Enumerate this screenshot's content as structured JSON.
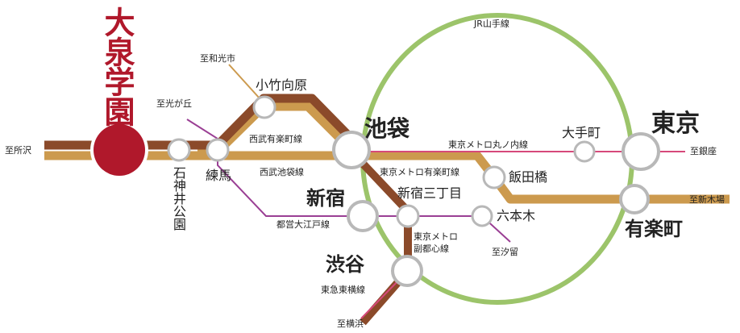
{
  "colors": {
    "seibu_ikebukuro_line": "#cc9a4e",
    "seibu_yurakucho_line": "#8b4a2a",
    "yamanote_line": "#9cc46a",
    "marunouchi_line": "#d6497a",
    "oedo_line": "#9a3f94",
    "highlight_station": "#b0182b",
    "station_ring": "#b8b8b8"
  },
  "featured_station": {
    "name": "大泉学園"
  },
  "stations": {
    "ishigami": "石神井公園",
    "nerima": "練馬",
    "kotake": "小竹向原",
    "ikebukuro": "池袋",
    "shinjuku": "新宿",
    "shinjuku3": "新宿三丁目",
    "roppongi": "六本木",
    "iidabashi": "飯田橋",
    "otemachi": "大手町",
    "tokyo": "東京",
    "yurakucho": "有楽町",
    "shibuya": "渋谷"
  },
  "lines": {
    "yamanote": "JR山手線",
    "seibu_yurakucho": "西武有楽町線",
    "seibu_ikebukuro": "西武池袋線",
    "marunouchi": "東京メトロ丸ノ内線",
    "metro_yurakucho": "東京メトロ有楽町線",
    "oedo": "都営大江戸線",
    "fukutoshin": "東京メトロ\n副都心線",
    "toyoko": "東急東横線"
  },
  "destinations": {
    "tokorozawa": "至所沢",
    "wakoshi": "至和光市",
    "hikarigaoka": "至光が丘",
    "ginza": "至銀座",
    "shinkiba": "至新木場",
    "shiodome": "至汐留",
    "yokohama": "至横浜"
  }
}
